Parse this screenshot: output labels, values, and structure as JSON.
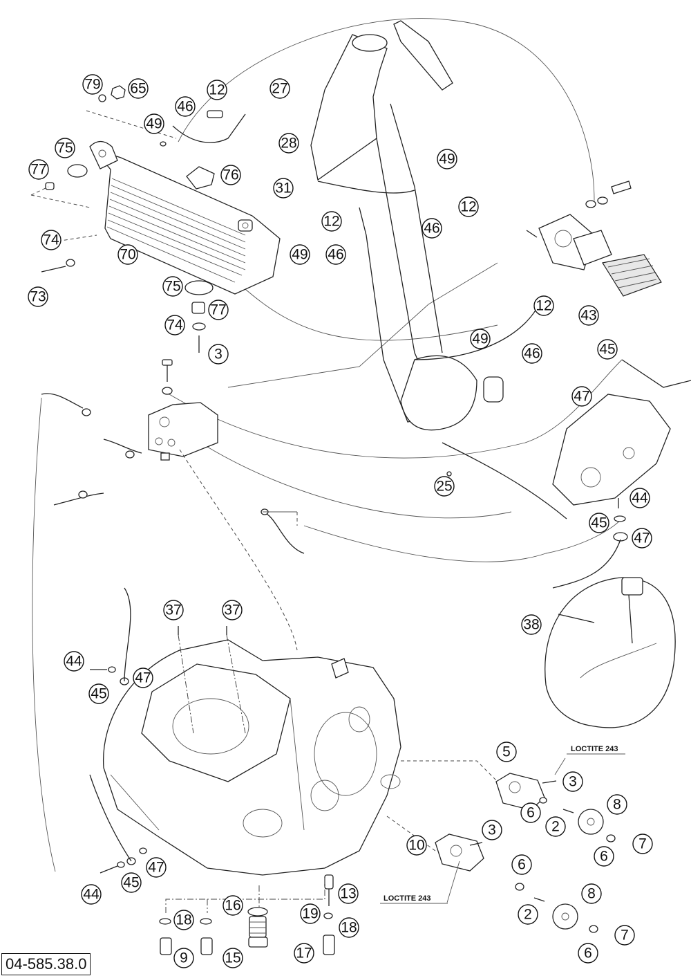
{
  "drawing": {
    "number": "04-585.38.0",
    "loctite_labels": [
      "LOCTITE 243",
      "LOCTITE 243"
    ]
  },
  "callouts": [
    {
      "id": "c79",
      "label": "79"
    },
    {
      "id": "c65",
      "label": "65"
    },
    {
      "id": "c46a",
      "label": "46"
    },
    {
      "id": "c12a",
      "label": "12"
    },
    {
      "id": "c27",
      "label": "27"
    },
    {
      "id": "c49a",
      "label": "49"
    },
    {
      "id": "c28",
      "label": "28"
    },
    {
      "id": "c75a",
      "label": "75"
    },
    {
      "id": "c76",
      "label": "76"
    },
    {
      "id": "c77a",
      "label": "77"
    },
    {
      "id": "c49b",
      "label": "49"
    },
    {
      "id": "c31",
      "label": "31"
    },
    {
      "id": "c12b",
      "label": "12"
    },
    {
      "id": "c46b",
      "label": "46"
    },
    {
      "id": "c74a",
      "label": "74"
    },
    {
      "id": "c70",
      "label": "70"
    },
    {
      "id": "c49c",
      "label": "49"
    },
    {
      "id": "c46c",
      "label": "46"
    },
    {
      "id": "c12c",
      "label": "12"
    },
    {
      "id": "c73",
      "label": "73"
    },
    {
      "id": "c75b",
      "label": "75"
    },
    {
      "id": "c77b",
      "label": "77"
    },
    {
      "id": "c74b",
      "label": "74"
    },
    {
      "id": "c3a",
      "label": "3"
    },
    {
      "id": "c12d",
      "label": "12"
    },
    {
      "id": "c43",
      "label": "43"
    },
    {
      "id": "c45a",
      "label": "45"
    },
    {
      "id": "c49d",
      "label": "49"
    },
    {
      "id": "c46d",
      "label": "46"
    },
    {
      "id": "c47a",
      "label": "47"
    },
    {
      "id": "c25",
      "label": "25"
    },
    {
      "id": "c44a",
      "label": "44"
    },
    {
      "id": "c45b",
      "label": "45"
    },
    {
      "id": "c47b",
      "label": "47"
    },
    {
      "id": "c37a",
      "label": "37"
    },
    {
      "id": "c37b",
      "label": "37"
    },
    {
      "id": "c38",
      "label": "38"
    },
    {
      "id": "c44b",
      "label": "44"
    },
    {
      "id": "c47c",
      "label": "47"
    },
    {
      "id": "c45c",
      "label": "45"
    },
    {
      "id": "c5",
      "label": "5"
    },
    {
      "id": "c3b",
      "label": "3"
    },
    {
      "id": "c8a",
      "label": "8"
    },
    {
      "id": "c6a",
      "label": "6"
    },
    {
      "id": "c2a",
      "label": "2"
    },
    {
      "id": "c7a",
      "label": "7"
    },
    {
      "id": "c6b",
      "label": "6"
    },
    {
      "id": "c10",
      "label": "10"
    },
    {
      "id": "c3c",
      "label": "3"
    },
    {
      "id": "c6c",
      "label": "6"
    },
    {
      "id": "c47d",
      "label": "47"
    },
    {
      "id": "c45d",
      "label": "45"
    },
    {
      "id": "c44c",
      "label": "44"
    },
    {
      "id": "c13",
      "label": "13"
    },
    {
      "id": "c8b",
      "label": "8"
    },
    {
      "id": "c16",
      "label": "16"
    },
    {
      "id": "c19",
      "label": "19"
    },
    {
      "id": "c18a",
      "label": "18"
    },
    {
      "id": "c18b",
      "label": "18"
    },
    {
      "id": "c2b",
      "label": "2"
    },
    {
      "id": "c7b",
      "label": "7"
    },
    {
      "id": "c9",
      "label": "9"
    },
    {
      "id": "c15",
      "label": "15"
    },
    {
      "id": "c17",
      "label": "17"
    },
    {
      "id": "c6d",
      "label": "6"
    }
  ]
}
